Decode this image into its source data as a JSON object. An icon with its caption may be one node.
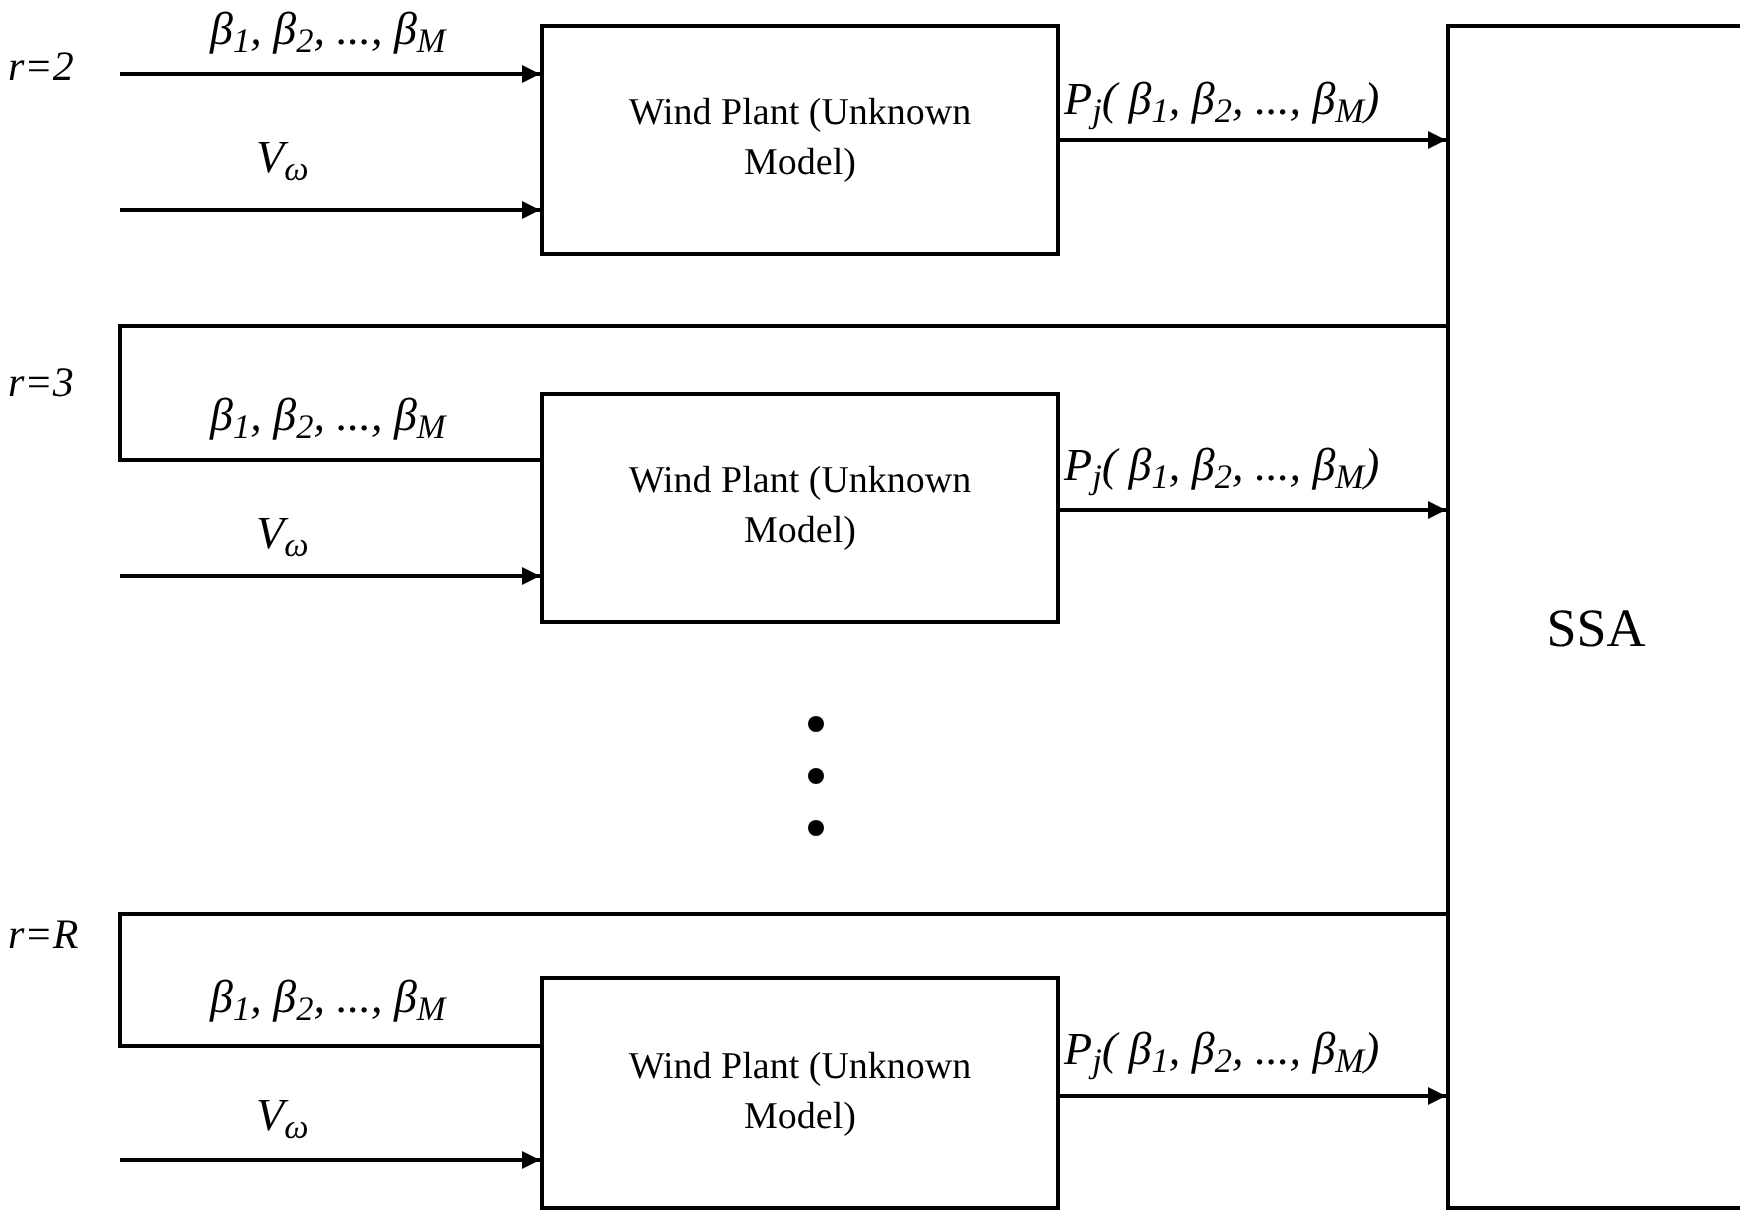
{
  "diagram": {
    "nodes": [
      {
        "text": [
          "Wind Plant (Unknown Model)"
        ]
      },
      {
        "text": [
          "Wind Plant (Unknown Model)"
        ]
      },
      {
        "text": [
          "Wind Plant (Unknown Model)"
        ]
      },
      {
        "text": [
          "SSA"
        ]
      }
    ],
    "edges": [
      {
        "from": null,
        "to": 0,
        "arrow": "to",
        "label": "β$_{1}$, β$_{2}$, ..., β$_{M}$"
      },
      {
        "from": null,
        "to": 0,
        "arrow": "to",
        "label": "V$_{ω}$"
      },
      {
        "from": 0,
        "to": 3,
        "arrow": "to",
        "label": "P$_{j}$( β$_{1}$, β$_{2}$, ..., β$_{M}$)"
      },
      {
        "from": 3,
        "to": 1,
        "arrow": "to",
        "label": "β$_{1}$, β$_{2}$, ..., β$_{M}$"
      },
      {
        "from": null,
        "to": 1,
        "arrow": "to",
        "label": "V$_{ω}$"
      },
      {
        "from": 1,
        "to": 3,
        "arrow": "to",
        "label": "P$_{j}$( β$_{1}$, β$_{2}$, ..., β$_{M}$)"
      },
      {
        "from": 3,
        "to": 2,
        "arrow": "to",
        "label": "β$_{1}$, β$_{2}$, ..., β$_{M}$"
      },
      {
        "from": null,
        "to": 2,
        "arrow": "to",
        "label": "V$_{ω}$"
      },
      {
        "from": 2,
        "to": 3,
        "arrow": "to",
        "label": "P$_{j}$( β$_{1}$, β$_{2}$, ..., β$_{M}$)"
      }
    ],
    "labels": [
      "r=2",
      "r=3",
      "r=R"
    ]
  }
}
